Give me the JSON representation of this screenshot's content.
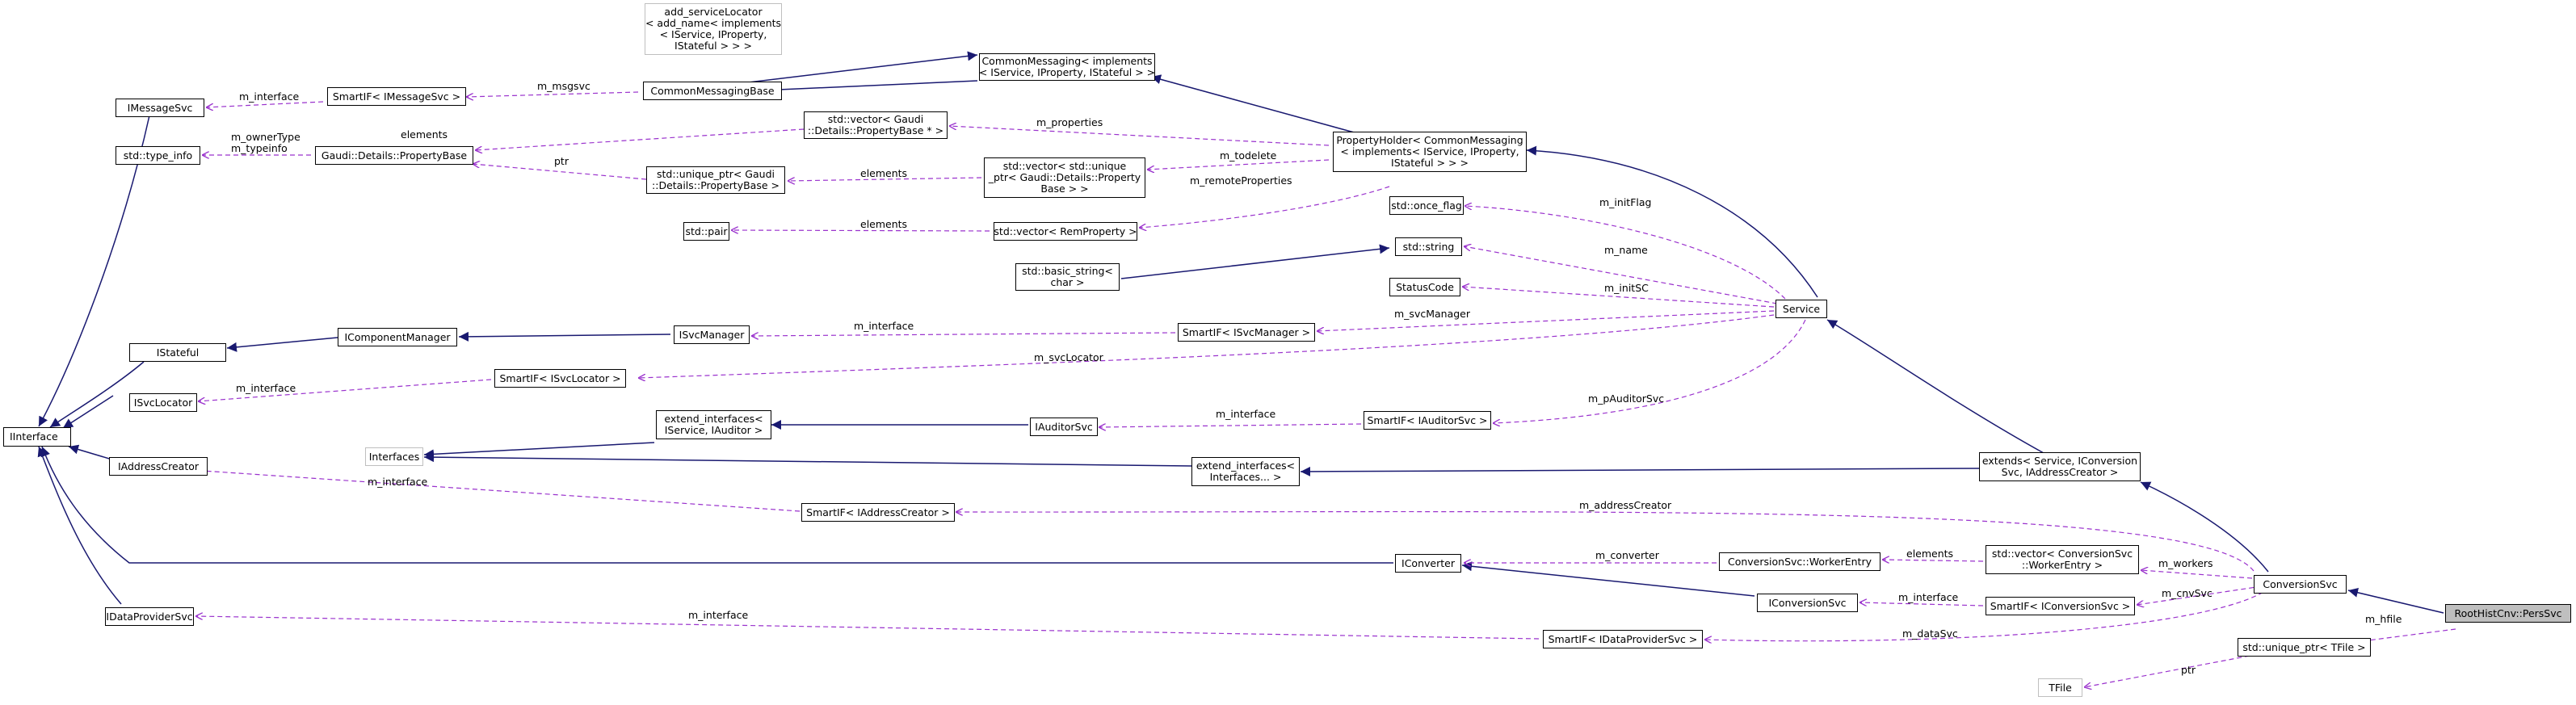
{
  "colors": {
    "inheritance": "#191970",
    "usage": "#9a32cd",
    "node_border": "#000000",
    "external_border": "#bfbfbf",
    "focus_fill": "#bfbfbf"
  },
  "nodes": {
    "add_serviceLocator": "add_serviceLocator\n< add_name< implements\n< IService, IProperty,\nIStateful > > >",
    "CommonMessaging": "CommonMessaging< implements\n< IService, IProperty, IStateful > >",
    "CommonMessagingBase": "CommonMessagingBase",
    "SmartIF_IMessageSvc": "SmartIF< IMessageSvc >",
    "IMessageSvc": "IMessageSvc",
    "vector_PropertyBase": "std::vector< Gaudi\n::Details::PropertyBase * >",
    "PropertyHolder": "PropertyHolder< CommonMessaging\n< implements< IService, IProperty,\nIStateful > > >",
    "type_info": "std::type_info",
    "PropertyBase": "Gaudi::Details::PropertyBase",
    "unique_ptr_PropertyBase": "std::unique_ptr< Gaudi\n::Details::PropertyBase >",
    "vector_unique_ptr": "std::vector< std::unique\n_ptr< Gaudi::Details::Property\nBase > >",
    "once_flag": "std::once_flag",
    "pair": "std::pair",
    "vector_RemProperty": "std::vector< RemProperty >",
    "string": "std::string",
    "basic_string": "std::basic_string<\nchar >",
    "StatusCode": "StatusCode",
    "Service": "Service",
    "IStateful": "IStateful",
    "IComponentManager": "IComponentManager",
    "ISvcManager": "ISvcManager",
    "SmartIF_ISvcManager": "SmartIF< ISvcManager >",
    "ISvcLocator": "ISvcLocator",
    "SmartIF_ISvcLocator": "SmartIF< ISvcLocator >",
    "IInterface": "IInterface",
    "Interfaces": "Interfaces",
    "extend_ISvcAuditor": "extend_interfaces<\nIService, IAuditor >",
    "IAuditorSvc": "IAuditorSvc",
    "SmartIF_IAuditorSvc": "SmartIF< IAuditorSvc >",
    "IAddressCreator": "IAddressCreator",
    "extend_Interfaces": "extend_interfaces<\nInterfaces... >",
    "extends_Service": "extends< Service, IConversion\nSvc, IAddressCreator >",
    "SmartIF_IAddressCreator": "SmartIF< IAddressCreator >",
    "IConverter": "IConverter",
    "WorkerEntry": "ConversionSvc::WorkerEntry",
    "vector_WorkerEntry": "std::vector< ConversionSvc\n::WorkerEntry >",
    "ConversionSvc": "ConversionSvc",
    "IConversionSvc": "IConversionSvc",
    "SmartIF_IConversionSvc": "SmartIF< IConversionSvc >",
    "RootHistCnv": "RootHistCnv::PersSvc",
    "IDataProviderSvc": "IDataProviderSvc",
    "SmartIF_IDataProviderSvc": "SmartIF< IDataProviderSvc >",
    "unique_ptr_TFile": "std::unique_ptr< TFile >",
    "TFile": "TFile"
  },
  "edge_labels": {
    "m_interface_msg": "m_interface",
    "m_msgsvc": "m_msgsvc",
    "m_properties": "m_properties",
    "elements_pb": "elements",
    "m_ownerType": "m_ownerType\nm_typeinfo",
    "ptr_pb": "ptr",
    "elements_up": "elements",
    "m_todelete": "m_todelete",
    "m_remoteProperties": "m_remoteProperties",
    "elements_pair": "elements",
    "m_initFlag": "m_initFlag",
    "m_name": "m_name",
    "m_initSC": "m_initSC",
    "m_svcManager": "m_svcManager",
    "m_interface_svcmgr": "m_interface",
    "m_svcLocator": "m_svcLocator",
    "m_interface_svcloc": "m_interface",
    "m_interface_aud": "m_interface",
    "m_pAuditorSvc": "m_pAuditorSvc",
    "m_interface_addr": "m_interface",
    "m_addressCreator": "m_addressCreator",
    "m_converter": "m_converter",
    "elements_we": "elements",
    "m_workers": "m_workers",
    "m_interface_conv": "m_interface",
    "m_cnvSvc": "m_cnvSvc",
    "m_interface_dp": "m_interface",
    "m_dataSvc": "m_dataSvc",
    "m_hfile": "m_hfile",
    "ptr_tfile": "ptr"
  }
}
